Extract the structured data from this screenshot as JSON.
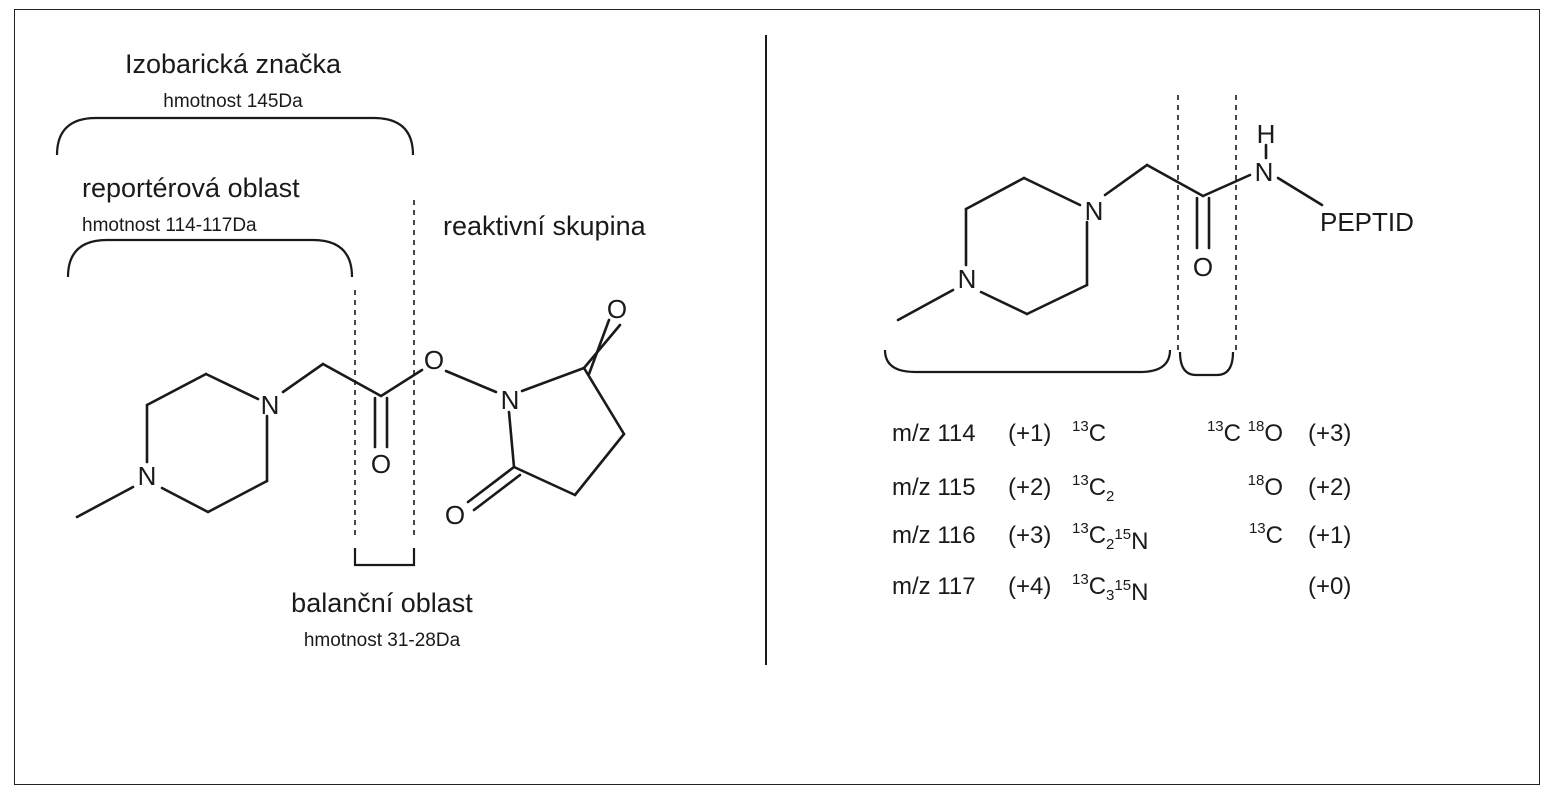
{
  "left": {
    "isobaric_title": "Izobarická značka",
    "isobaric_mass": "hmotnost 145Da",
    "reporter_title": "reportérová oblast",
    "reporter_mass": "hmotnost 114-117Da",
    "reactive_label": "reaktivní skupina",
    "balance_title": "balanční oblast",
    "balance_mass": "hmotnost 31-28Da",
    "atoms": {
      "n1": "N",
      "n2": "N",
      "o_carbonyl": "O",
      "o_ester": "O",
      "n_imide": "N",
      "o_top": "O",
      "o_bottom": "O"
    }
  },
  "right": {
    "atoms": {
      "n1": "N",
      "n2": "N",
      "o_carbonyl": "O",
      "n_amide": "N",
      "h": "H"
    },
    "peptide_label": "PEPTID"
  },
  "table": {
    "rows": [
      {
        "mz": "m/z 114",
        "rep_shift": "(+1)",
        "rep_iso": [
          [
            "13",
            "C",
            ""
          ]
        ],
        "bal_iso": [
          [
            "13",
            "C",
            ""
          ],
          [
            "18",
            "O",
            ""
          ]
        ],
        "bal_shift": "(+3)"
      },
      {
        "mz": "m/z 115",
        "rep_shift": "(+2)",
        "rep_iso": [
          [
            "13",
            "C",
            "2"
          ]
        ],
        "bal_iso": [
          [
            "18",
            "O",
            ""
          ]
        ],
        "bal_shift": "(+2)"
      },
      {
        "mz": "m/z 116",
        "rep_shift": "(+3)",
        "rep_iso": [
          [
            "13",
            "C",
            "2"
          ],
          [
            "15",
            "N",
            ""
          ]
        ],
        "bal_iso": [
          [
            "13",
            "C",
            ""
          ]
        ],
        "bal_shift": "(+1)"
      },
      {
        "mz": "m/z 117",
        "rep_shift": "(+4)",
        "rep_iso": [
          [
            "13",
            "C",
            "3"
          ],
          [
            "15",
            "N",
            ""
          ]
        ],
        "bal_iso": [],
        "bal_shift": "(+0)"
      }
    ]
  }
}
